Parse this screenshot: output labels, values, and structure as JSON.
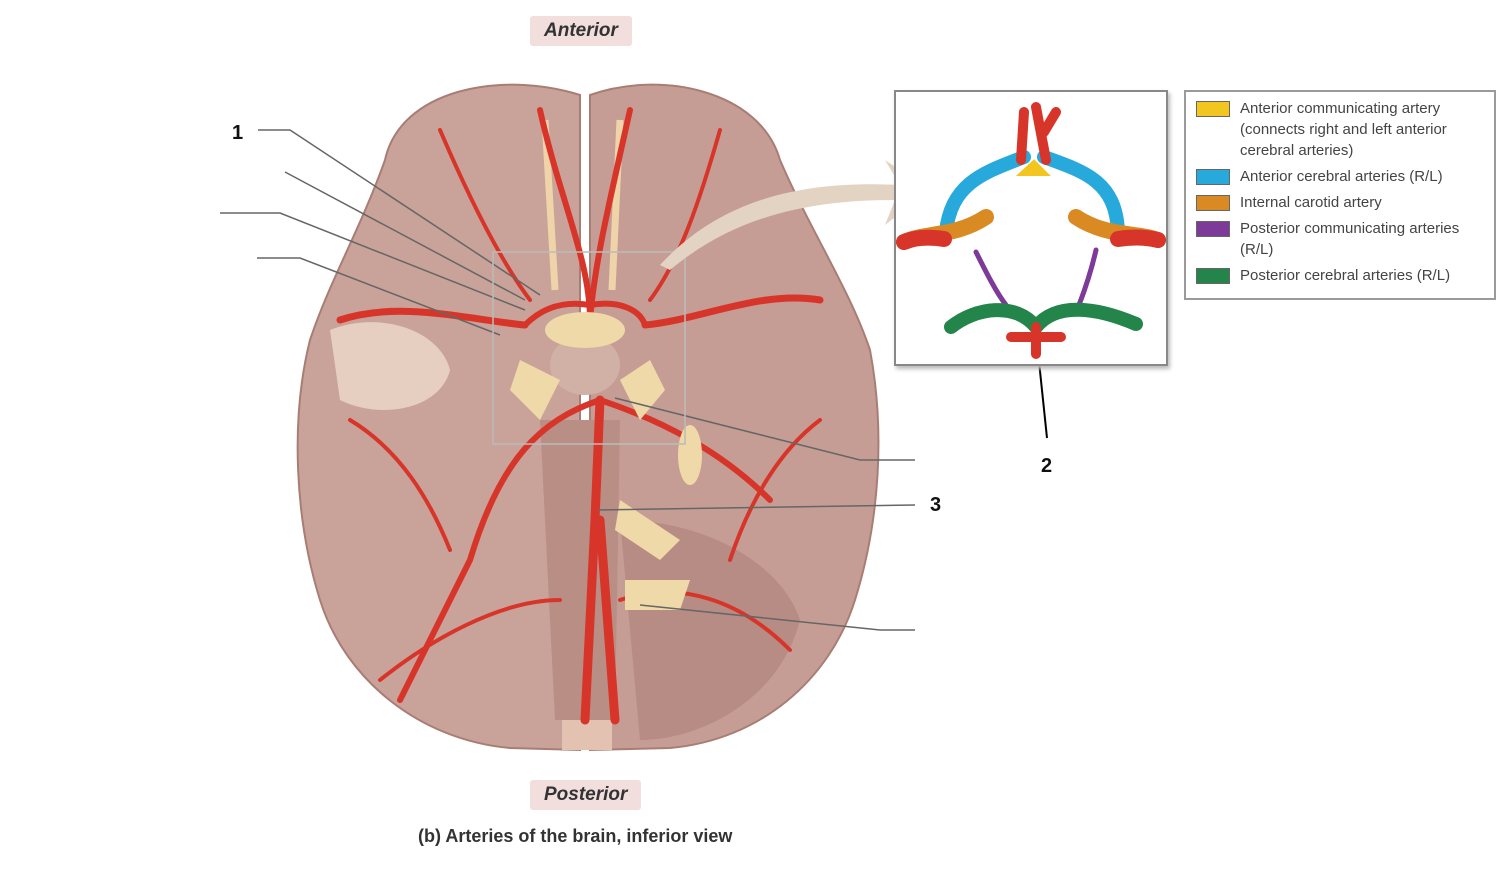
{
  "orientation": {
    "anterior": "Anterior",
    "posterior": "Posterior"
  },
  "caption": "(b) Arteries of the brain, inferior view",
  "markers": [
    "1",
    "2",
    "3"
  ],
  "legend": [
    {
      "label": "Anterior communicating artery (connects right and left anterior cerebral arteries)",
      "color": "#f2c61f"
    },
    {
      "label": "Anterior cerebral arteries (R/L)",
      "color": "#27a9dc"
    },
    {
      "label": "Internal carotid artery",
      "color": "#d98a22"
    },
    {
      "label": "Posterior communicating arteries (R/L)",
      "color": "#7d3a98"
    },
    {
      "label": "Posterior cerebral arteries (R/L)",
      "color": "#23854a"
    }
  ],
  "colors": {
    "artery": "#d8352a",
    "brain": "#c9a29a",
    "nerve": "#f0d9a8"
  }
}
